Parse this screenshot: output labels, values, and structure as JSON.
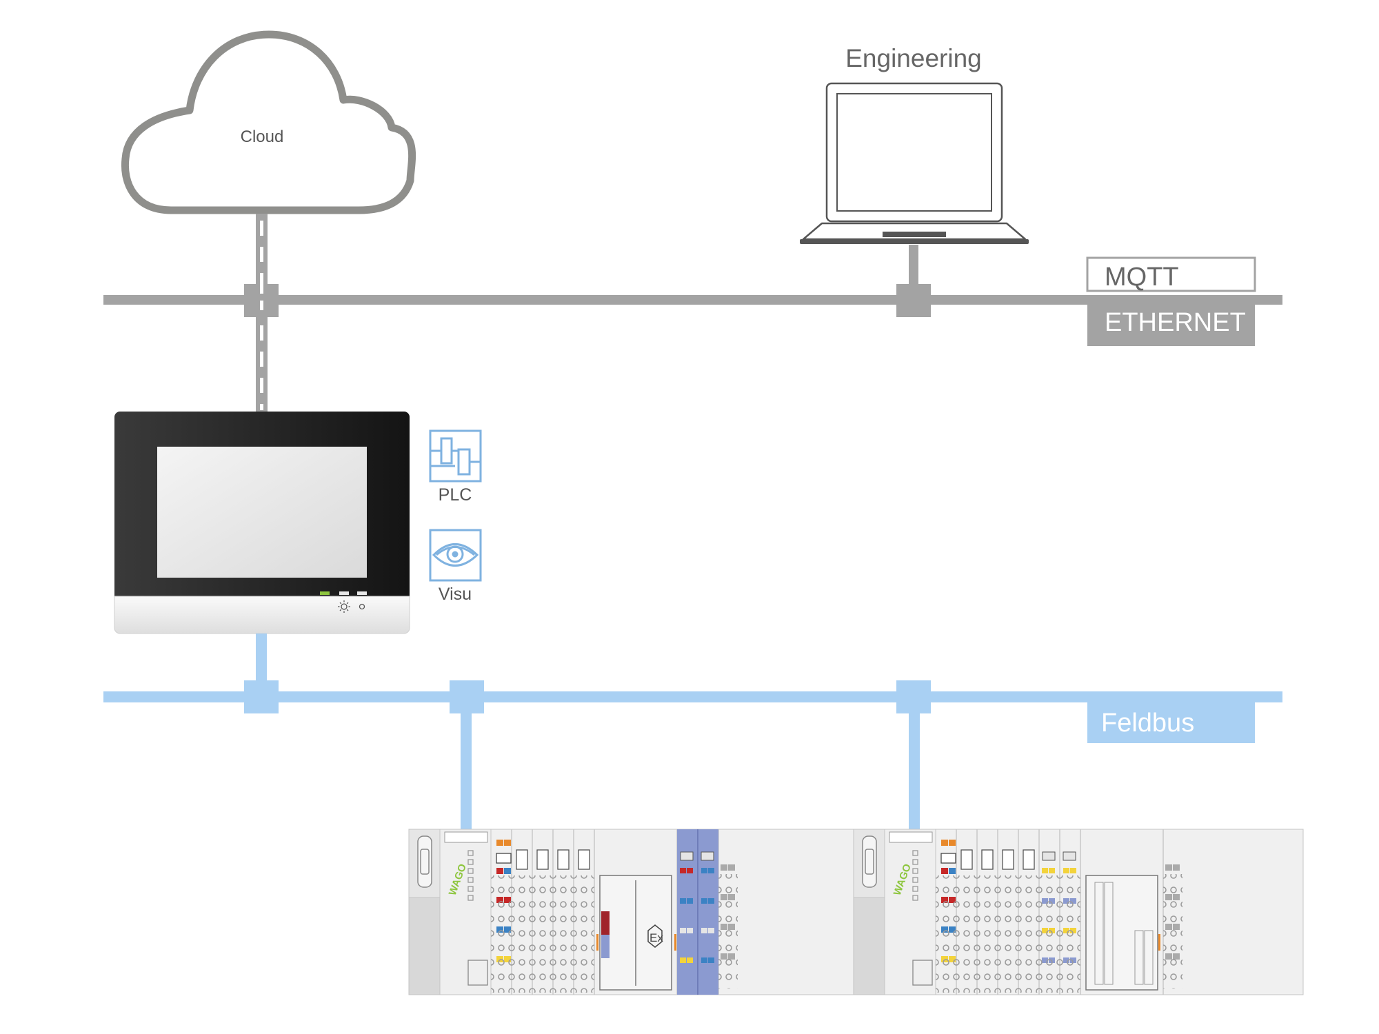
{
  "labels": {
    "cloud": "Cloud",
    "engineering": "Engineering",
    "mqtt": "MQTT",
    "ethernet": "ETHERNET",
    "plc": "PLC",
    "visu": "Visu",
    "feldbus": "Feldbus"
  },
  "colors": {
    "ethernet": "#a3a3a3",
    "cloud_stroke": "#8f8f8c",
    "fieldbus": "#a9d0f3",
    "icon": "#7fb2e0",
    "text": "#666666",
    "panel_dark": "#222222"
  },
  "icons": {
    "cloud": "cloud-icon",
    "laptop": "laptop-icon",
    "plc": "plc-function-block-icon",
    "visu": "eye-icon",
    "brightness": "sun-icon",
    "ex": "ex-protection-icon"
  },
  "logos": {
    "wago_1": "WAGO",
    "wago_2": "WAGO"
  }
}
